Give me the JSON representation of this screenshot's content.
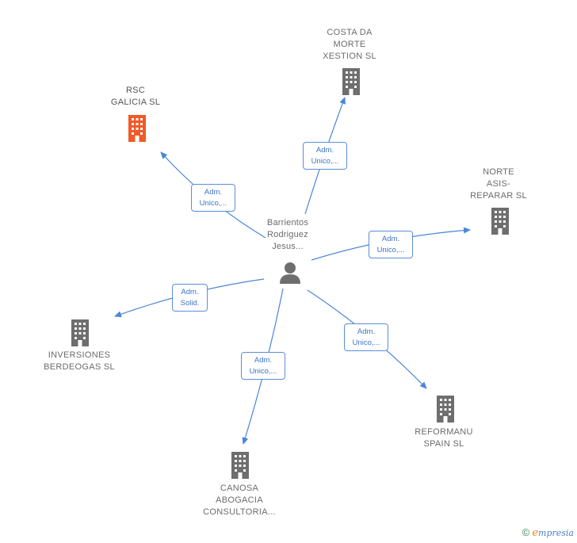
{
  "center": {
    "name": "Barrientos\nRodriguez\nJesus...",
    "icon": "person-icon"
  },
  "companies": [
    {
      "id": "costa",
      "name": "COSTA DA\nMORTE\nXESTION  SL",
      "role_line1": "Adm.",
      "role_line2": "Unico,...",
      "color": "#6e6e6e"
    },
    {
      "id": "rsc",
      "name": "RSC\nGALICIA  SL",
      "role_line1": "Adm.",
      "role_line2": "Unico,...",
      "color": "#f05a28"
    },
    {
      "id": "norte",
      "name": "NORTE\nASIS-\nREPARAR SL",
      "role_line1": "Adm.",
      "role_line2": "Unico,...",
      "color": "#6e6e6e"
    },
    {
      "id": "inversiones",
      "name": "INVERSIONES\nBERDEOGAS SL",
      "role_line1": "Adm.",
      "role_line2": "Solid.",
      "color": "#6e6e6e"
    },
    {
      "id": "reformanu",
      "name": "REFORMANU\nSPAIN  SL",
      "role_line1": "Adm.",
      "role_line2": "Unico,...",
      "color": "#6e6e6e"
    },
    {
      "id": "canosa",
      "name": "CANOSA\nABOGACIA\nCONSULTORIA...",
      "role_line1": "Adm.",
      "role_line2": "Unico,...",
      "color": "#6e6e6e"
    }
  ],
  "colors": {
    "edge": "#4a86d8",
    "role_border": "#5b8fd6",
    "role_text": "#3a74c6",
    "building": "#6e6e6e",
    "highlight_building": "#f05a28"
  },
  "footer": {
    "copyright": "©",
    "brand_initial": "e",
    "brand_rest": "mpresia"
  }
}
